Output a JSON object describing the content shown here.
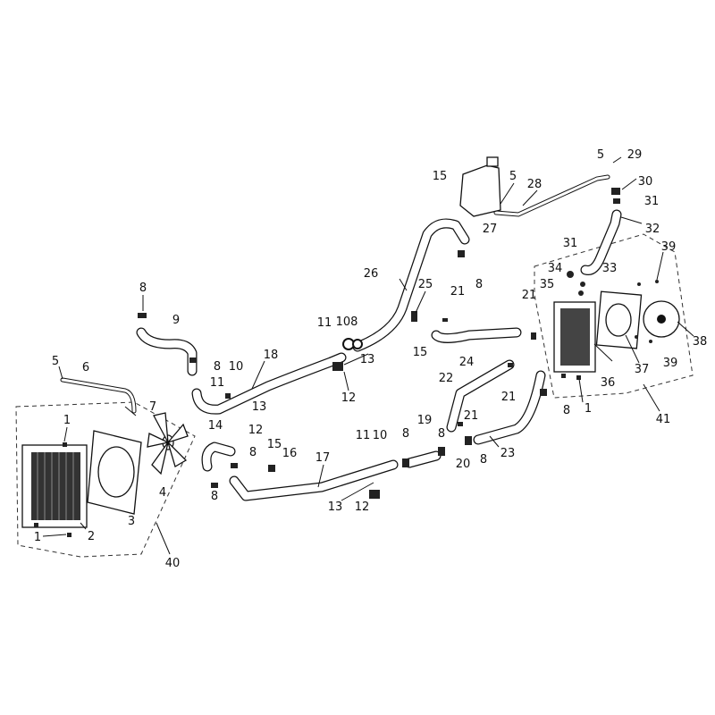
{
  "diagram": {
    "title": "Cooling system exploded parts diagram",
    "labels": [
      "1",
      "2",
      "3",
      "4",
      "5",
      "6",
      "7",
      "1",
      "40",
      "8",
      "9",
      "8",
      "10",
      "11",
      "18",
      "13",
      "14",
      "12",
      "8",
      "8",
      "15",
      "16",
      "11",
      "108",
      "13",
      "12",
      "26",
      "25",
      "15",
      "8",
      "21",
      "24",
      "15",
      "5",
      "28",
      "27",
      "5",
      "29",
      "30",
      "31",
      "32",
      "31",
      "34",
      "33",
      "35",
      "21",
      "39",
      "38",
      "36",
      "37",
      "39",
      "1",
      "41",
      "8",
      "21",
      "22",
      "21",
      "23",
      "19",
      "8",
      "8",
      "20",
      "8",
      "11",
      "10",
      "17",
      "13",
      "12"
    ]
  }
}
